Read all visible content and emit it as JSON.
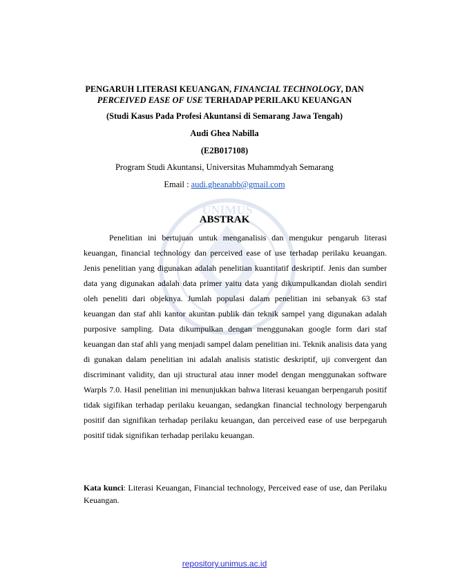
{
  "header": {
    "title_part1": "PENGARUH LITERASI KEUANGAN, ",
    "title_italic1": "FINANCIAL TECHNOLOGY",
    "title_part2": ", DAN",
    "title_italic2": "PERCEIVED EASE OF USE",
    "title_part3": " TERHADAP PERILAKU KEUANGAN",
    "subtitle": "(Studi Kasus Pada Profesi Akuntansi di Semarang Jawa Tengah)",
    "author": "Audi Ghea Nabilla",
    "nim": "(E2B017108)",
    "affiliation": "Program Studi Akuntansi, Universitas Muhammdyah Semarang",
    "email_label": "Email : ",
    "email": "audi.gheanabb@gmail.com"
  },
  "abstract": {
    "heading": "ABSTRAK",
    "body": "Penelitian ini bertujuan untuk menganalisis dan mengukur pengaruh literasi keuangan, financial technology dan perceived ease of use terhadap perilaku keuangan. Jenis penelitian yang digunakan adalah penelitian kuantitatif deskriptif. Jenis dan sumber data yang digunakan adalah data primer yaitu data yang dikumpulkandan diolah sendiri oleh peneliti dari objeknya. Jumlah populasi dalam penelitian ini sebanyak 63 staf keuangan dan staf ahli kantor akuntan publik dan teknik sampel yang digunakan adalah purposive sampling. Data dikumpulkan dengan menggunakan google form dari staf keuangan dan staf ahli yang menjadi sampel dalam penelitian ini. Teknik analisis data yang di gunakan dalam penelitian ini adalah analisis statistic deskriptif, uji convergent dan discriminant validity, dan uji structural atau inner model dengan menggunakan software Warpls 7.0. Hasil penelitian ini menunjukkan bahwa literasi keuangan berpengaruh positif tidak sigifikan terhadap perilaku keuangan, sedangkan financial technology berpengaruh positif dan signifikan terhadap perilaku keuangan, dan perceived ease of use berpegaruh positif tidak signifikan terhadap perilaku keuangan."
  },
  "keywords": {
    "label": "Kata kunci",
    "text": ": Literasi Keuangan, Financial technology, Perceived ease of use, dan Perilaku Keuangan."
  },
  "watermark": {
    "text": "UNIMUS",
    "color": "#4a6fb5"
  },
  "footer": {
    "link": "repository.unimus.ac.id"
  }
}
